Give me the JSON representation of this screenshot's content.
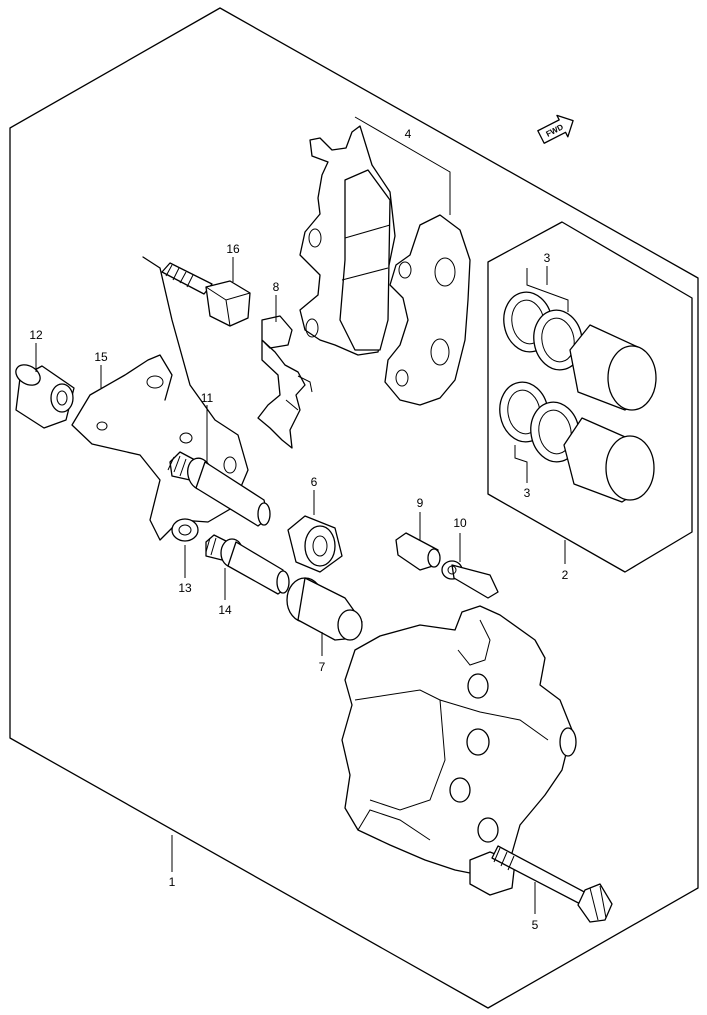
{
  "callouts": {
    "n1": "1",
    "n2": "2",
    "n3a": "3",
    "n3b": "3",
    "n4": "4",
    "n5": "5",
    "n6": "6",
    "n7": "7",
    "n8": "8",
    "n9": "9",
    "n10": "10",
    "n11": "11",
    "n12": "12",
    "n13": "13",
    "n14": "14",
    "n15": "15",
    "n16": "16"
  },
  "fwd_label": "FWD"
}
